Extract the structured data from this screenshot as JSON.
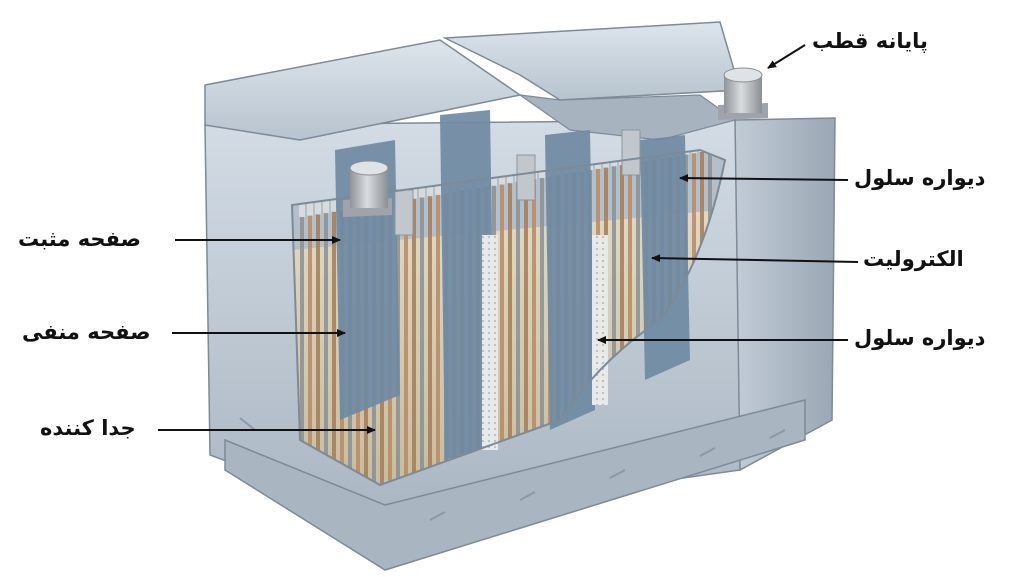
{
  "labels": {
    "terminal": "پایانه قطب",
    "cell_wall_top": "دیواره سلول",
    "electrolyte": "الکترولیت",
    "cell_wall_bottom": "دیواره سلول",
    "positive_plate": "صفحه مثبت",
    "negative_plate": "صفحه منفی",
    "separator": "جدا کننده"
  },
  "colors": {
    "case": "#c9d3dd",
    "case_dark": "#8e9ba8",
    "lid": "#b9c6d2",
    "separator_board": "#6f8aa3",
    "electrolyte": "#d8cdb0",
    "plate_copper": "#b98a63",
    "terminal": "#aeb2b6",
    "arrow": "#111111"
  }
}
